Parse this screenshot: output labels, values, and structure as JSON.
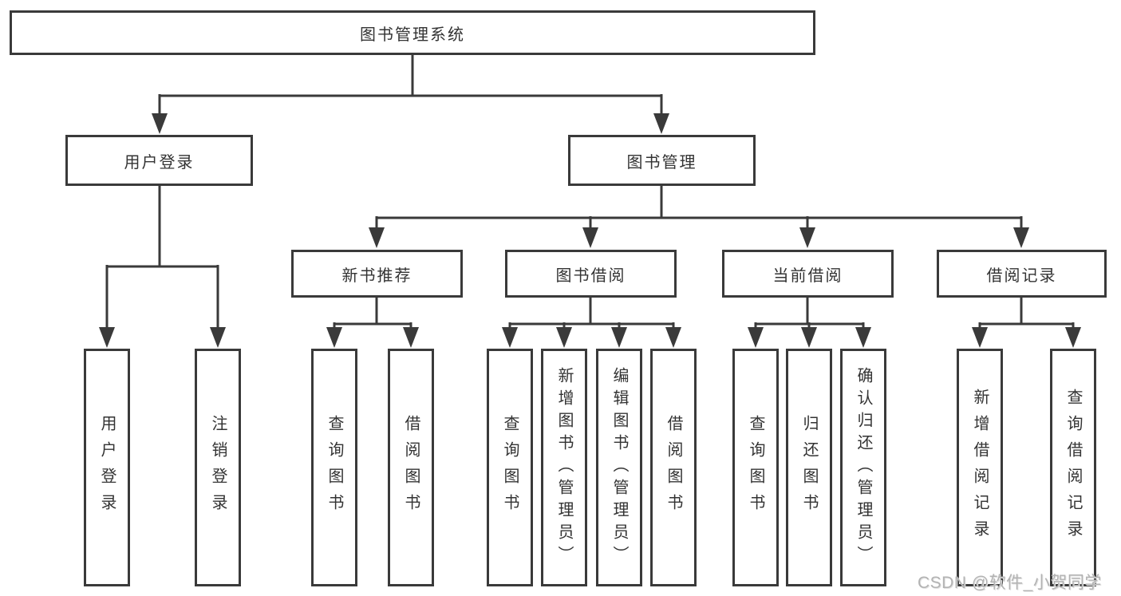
{
  "diagram": {
    "root": {
      "label": "图书管理系统"
    },
    "branches": [
      {
        "label": "用户登录",
        "children": [
          {
            "label": "用户登录"
          },
          {
            "label": "注销登录"
          }
        ]
      },
      {
        "label": "图书管理",
        "sections": [
          {
            "label": "新书推荐",
            "children": [
              {
                "label": "查询图书"
              },
              {
                "label": "借阅图书"
              }
            ]
          },
          {
            "label": "图书借阅",
            "children": [
              {
                "label": "查询图书"
              },
              {
                "label": "新增图书（管理员）"
              },
              {
                "label": "编辑图书（管理员）"
              },
              {
                "label": "借阅图书"
              }
            ]
          },
          {
            "label": "当前借阅",
            "children": [
              {
                "label": "查询图书"
              },
              {
                "label": "归还图书"
              },
              {
                "label": "确认归还（管理员）"
              }
            ]
          },
          {
            "label": "借阅记录",
            "children": [
              {
                "label": "新增借阅记录"
              },
              {
                "label": "查询借阅记录"
              }
            ]
          }
        ]
      }
    ]
  },
  "watermark": {
    "text": "CSDN @软件_小贺同学"
  },
  "colors": {
    "line": "#3a3a3a",
    "text": "#333333",
    "watermark": "#b3b3b3",
    "background": "#ffffff"
  }
}
